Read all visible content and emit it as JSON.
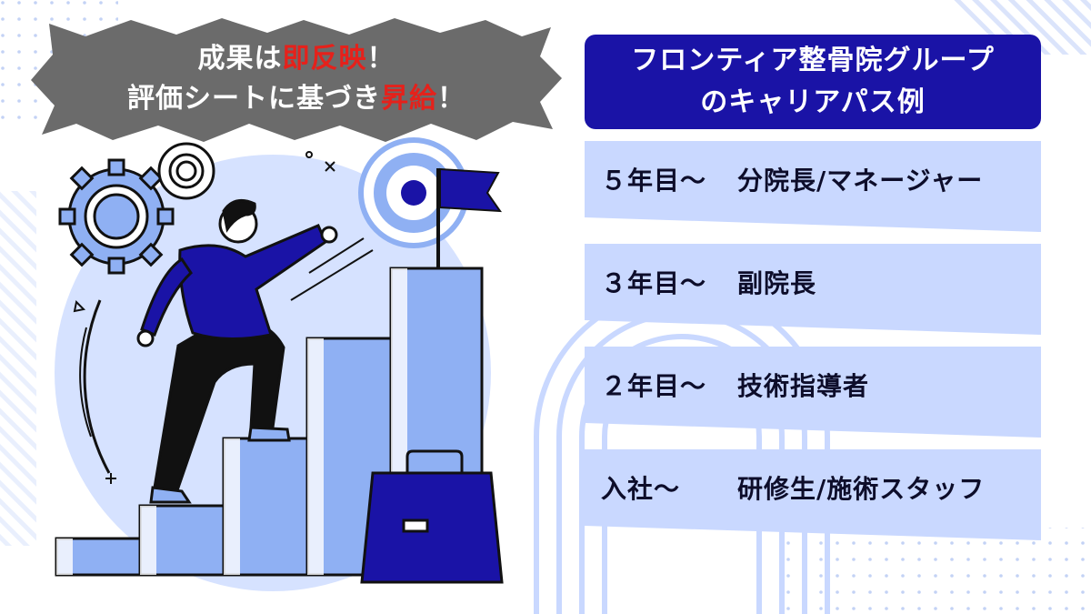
{
  "headline": {
    "line1_a": "成果は",
    "line1_red": "即反映",
    "line1_b": "！",
    "line2_a": "評価シートに基づき",
    "line2_red": "昇給",
    "line2_b": "！"
  },
  "career": {
    "title_line1": "フロンティア整骨院グループ",
    "title_line2": "のキャリアパス例",
    "stages": [
      {
        "year": "５年目〜",
        "role": "分院長/マネージャー"
      },
      {
        "year": "３年目〜",
        "role": "副院長"
      },
      {
        "year": "２年目〜",
        "role": "技術指導者"
      },
      {
        "year": "入社〜",
        "role": "研修生/施術スタッフ"
      }
    ]
  },
  "colors": {
    "navy": "#1a13a6",
    "band": "#c9d8ff",
    "accent_red": "#e5211b",
    "burst_gray": "#6b6b6b"
  },
  "icons": [
    "gear-icon",
    "target-icon",
    "flag-icon",
    "briefcase-icon",
    "sparkle-icon"
  ]
}
